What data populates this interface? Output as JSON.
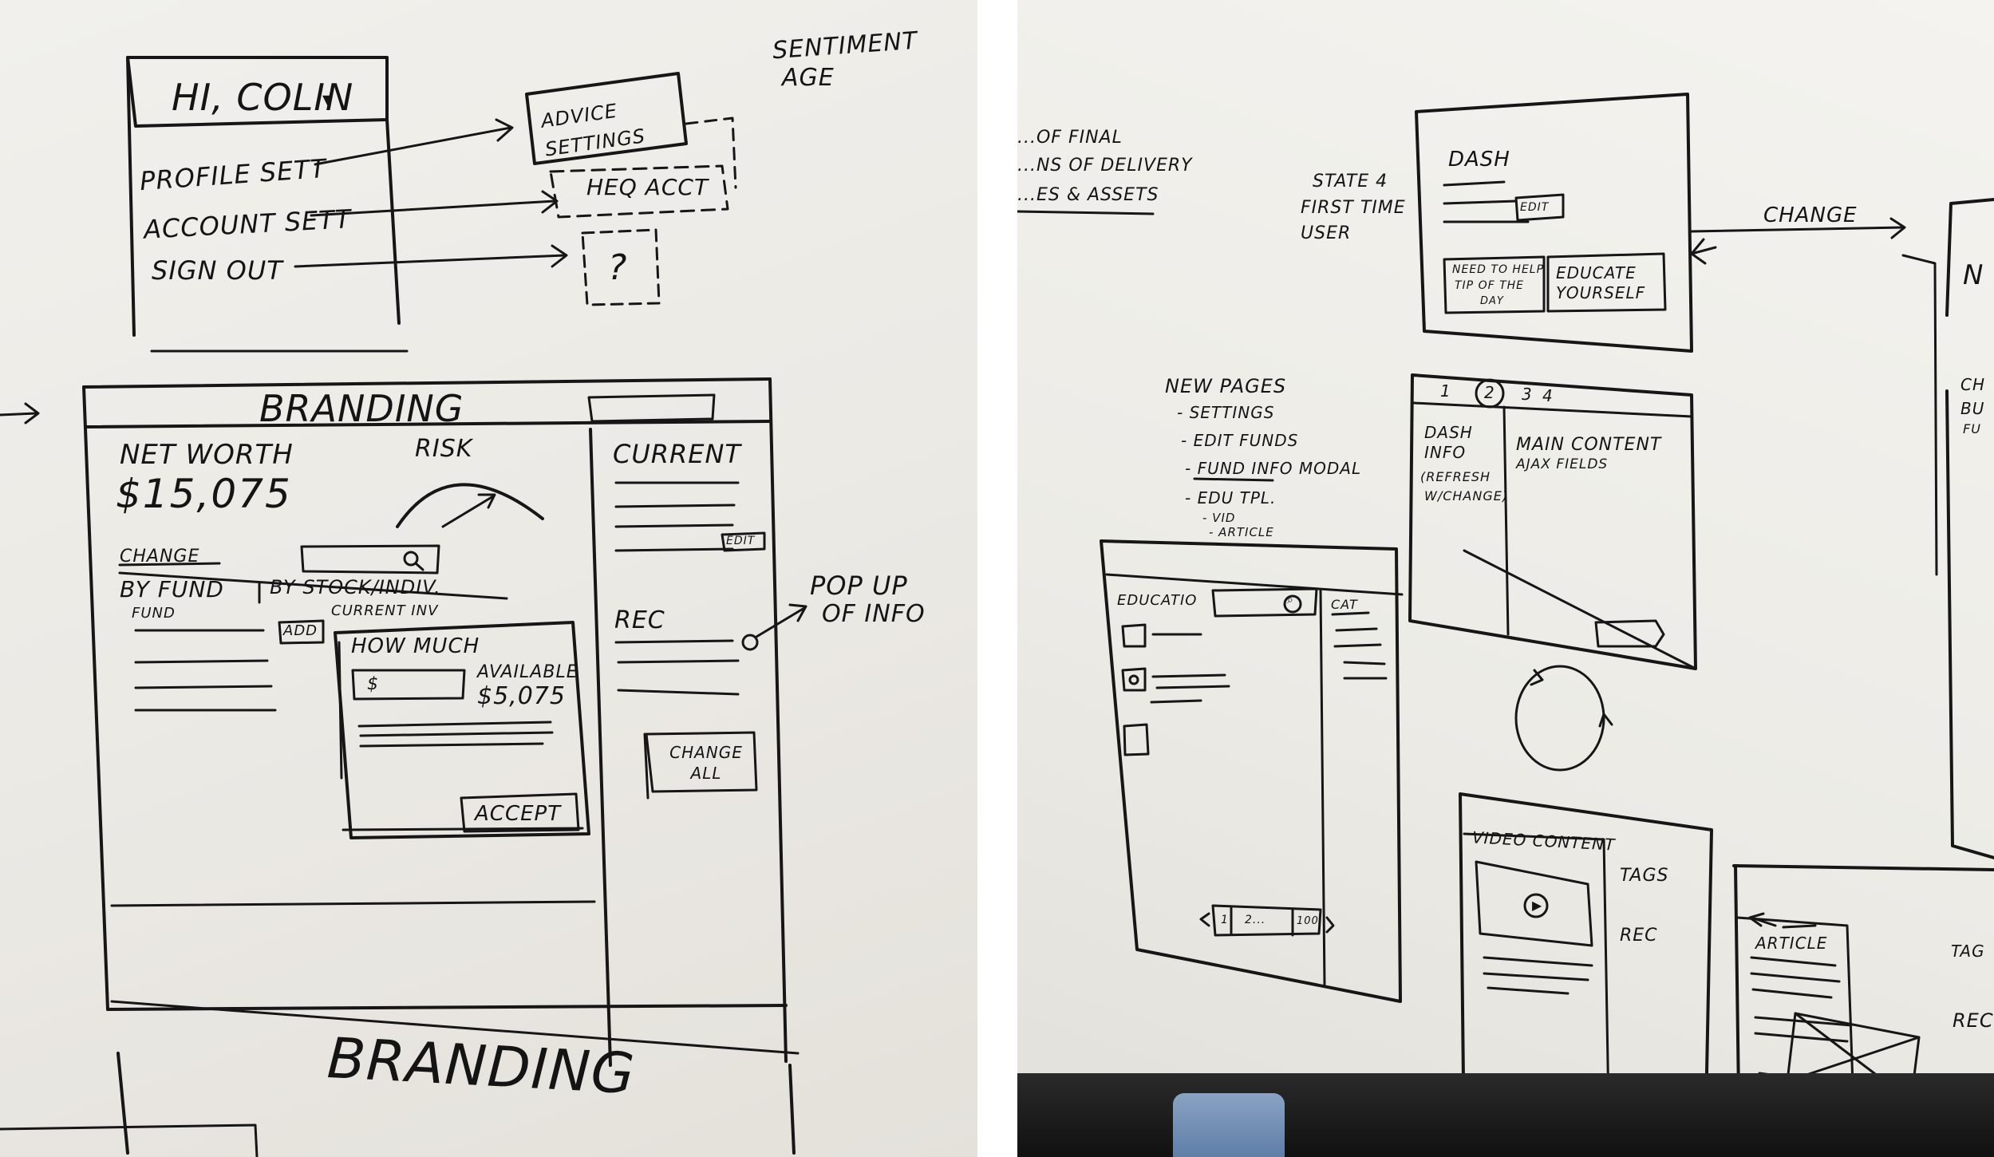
{
  "left_board": {
    "user_menu": {
      "greeting": "Hi, Colin",
      "caret_icon": "triangle-down-icon",
      "items": [
        "Profile Sett",
        "Account Sett",
        "Sign Out"
      ]
    },
    "menu_targets": [
      "Advice Settings",
      "HEQ Acct",
      "?"
    ],
    "sentiment_note": [
      "Sentiment",
      "Age"
    ],
    "main_screen": {
      "header_branding": "Branding",
      "net_worth_label": "Net Worth",
      "net_worth_value": "$15,075",
      "risk_label": "Risk",
      "change_label": "Change",
      "search_icon": "search-icon",
      "tabs": [
        "By Fund",
        "By Stock/Indiv."
      ],
      "fund_label": "Fund",
      "add_label": "Add",
      "current_inv_label": "Current Inv",
      "modal": {
        "title": "How Much",
        "input_prefix": "$",
        "available_label": "Available",
        "available_value": "$5,075",
        "accept_label": "Accept"
      },
      "sidebar": {
        "current_label": "Current",
        "edit_label": "Edit",
        "rec_label": "Rec",
        "change_all_label": "Change All"
      },
      "footer_branding": "Branding"
    },
    "popup_note": [
      "Pop up",
      "of info"
    ]
  },
  "right_board": {
    "left_note": [
      "...of final",
      "...ns of delivery",
      "...es & assets"
    ],
    "state_note": [
      "State 4",
      "First Time",
      "User"
    ],
    "dash_screen": {
      "title": "Dash",
      "edit_label": "Edit",
      "tip_label": [
        "Need to help",
        "Tip of the",
        "Day"
      ],
      "educate_label": [
        "Educate",
        "Yourself"
      ]
    },
    "change_label": "Change",
    "new_pages": {
      "title": "New Pages",
      "items": [
        "- Settings",
        "- Edit Funds",
        "- Fund Info Modal",
        "- Edu Tpl."
      ],
      "sub_items": [
        "- Vid",
        "- Article"
      ]
    },
    "steps_screen": {
      "steps": [
        "1",
        "2",
        "3",
        "4"
      ],
      "dash_info": [
        "Dash",
        "Info"
      ],
      "refresh": [
        "(Refresh",
        "w/change)"
      ],
      "main_content": [
        "Main Content",
        "Ajax Fields"
      ]
    },
    "education_screen": {
      "title": "Educatio",
      "cat_label": "Cat",
      "pagination": [
        "1",
        "2...",
        "100"
      ]
    },
    "video_screen": {
      "title": "Video Content",
      "tags_label": "Tags",
      "rec_label": "Rec",
      "play_icon": "play-icon"
    },
    "article_screen": {
      "title": "Article",
      "tags_label": "Tag",
      "rec_label": "Rec"
    },
    "edge_fragments": [
      "N",
      "Ch",
      "Bu",
      "Fu"
    ]
  }
}
